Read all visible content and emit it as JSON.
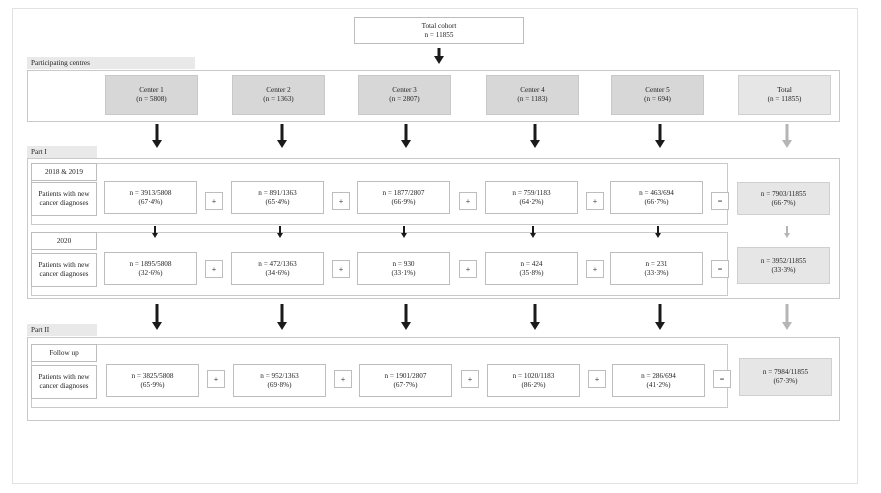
{
  "cohort": {
    "title": "Total cohort",
    "n": "n = 11855"
  },
  "sections": {
    "centres": "Participating centres",
    "part1": "Part I",
    "part2": "Part II"
  },
  "centres": [
    {
      "name": "Center 1",
      "n": "(n = 5808)"
    },
    {
      "name": "Center 2",
      "n": "(n = 1363)"
    },
    {
      "name": "Center 3",
      "n": "(n = 2807)"
    },
    {
      "name": "Center 4",
      "n": "(n = 1183)"
    },
    {
      "name": "Center 5",
      "n": "(n = 694)"
    },
    {
      "name": "Total",
      "n": "(n = 11855)"
    }
  ],
  "row_label": "Patients with new cancer diagnoses",
  "rows": [
    {
      "period": "2018 & 2019",
      "values": [
        [
          "n = 3913/5808",
          "(67·4%)"
        ],
        [
          "n = 891/1363",
          "(65·4%)"
        ],
        [
          "n = 1877/2807",
          "(66·9%)"
        ],
        [
          "n = 759/1183",
          "(64·2%)"
        ],
        [
          "n = 463/694",
          "(66·7%)"
        ]
      ],
      "total": [
        "n = 7903/11855",
        "(66·7%)"
      ]
    },
    {
      "period": "2020",
      "values": [
        [
          "n = 1895/5808",
          "(32·6%)"
        ],
        [
          "n = 472/1363",
          "(34·6%)"
        ],
        [
          "n = 930",
          "(33·1%)"
        ],
        [
          "n = 424",
          "(35·8%)"
        ],
        [
          "n = 231",
          "(33·3%)"
        ]
      ],
      "total": [
        "n = 3952/11855",
        "(33·3%)"
      ]
    },
    {
      "period": "Follow up",
      "values": [
        [
          "n = 3825/5808",
          "(65·9%)"
        ],
        [
          "n = 952/1363",
          "(69·8%)"
        ],
        [
          "n = 1901/2807",
          "(67·7%)"
        ],
        [
          "n = 1020/1183",
          "(86·2%)"
        ],
        [
          "n = 286/694",
          "(41·2%)"
        ]
      ],
      "total": [
        "n = 7984/11855",
        "(67·3%)"
      ]
    }
  ],
  "ops": {
    "plus": "+",
    "equals": "="
  },
  "colors": {
    "arrow_dark": "#1a1a1a",
    "arrow_grey": "#b5b5b5",
    "centre_fill": "#d7d7d7",
    "total_fill": "#e6e6e6"
  }
}
